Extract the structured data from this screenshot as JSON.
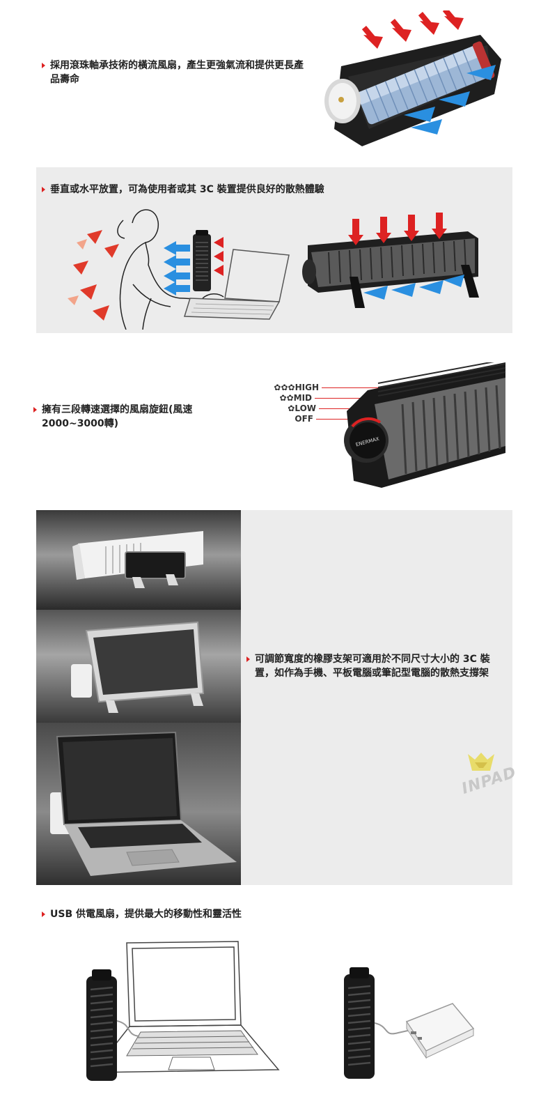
{
  "section1": {
    "text": "採用滾珠軸承技術的橫流風扇，產生更強氣流和提供更長產品壽命"
  },
  "section2": {
    "text": "垂直或水平放置，可為使用者或其 3C 裝置提供良好的散熱體驗"
  },
  "section3": {
    "text_line1": "擁有三段轉速選擇的風扇旋鈕(風速",
    "text_line2": "2000~3000轉)",
    "labels": {
      "high": "HIGH",
      "mid": "MID",
      "low": "LOW",
      "off": "OFF"
    },
    "brand": "ENERMAX"
  },
  "section4": {
    "text_line1": "可調節寬度的橡膠支架可適用於不同尺寸大小的 3C 裝",
    "text_line2": "置，如作為手機、平板電腦或筆記型電腦的散熱支撐架",
    "watermark": "INPAD"
  },
  "section5": {
    "text": "USB 供電風扇，提供最大的移動性和靈活性"
  },
  "colors": {
    "accent": "#dd2222",
    "airflow_blue": "#2a8fe0",
    "panel_gray": "#ececec"
  }
}
